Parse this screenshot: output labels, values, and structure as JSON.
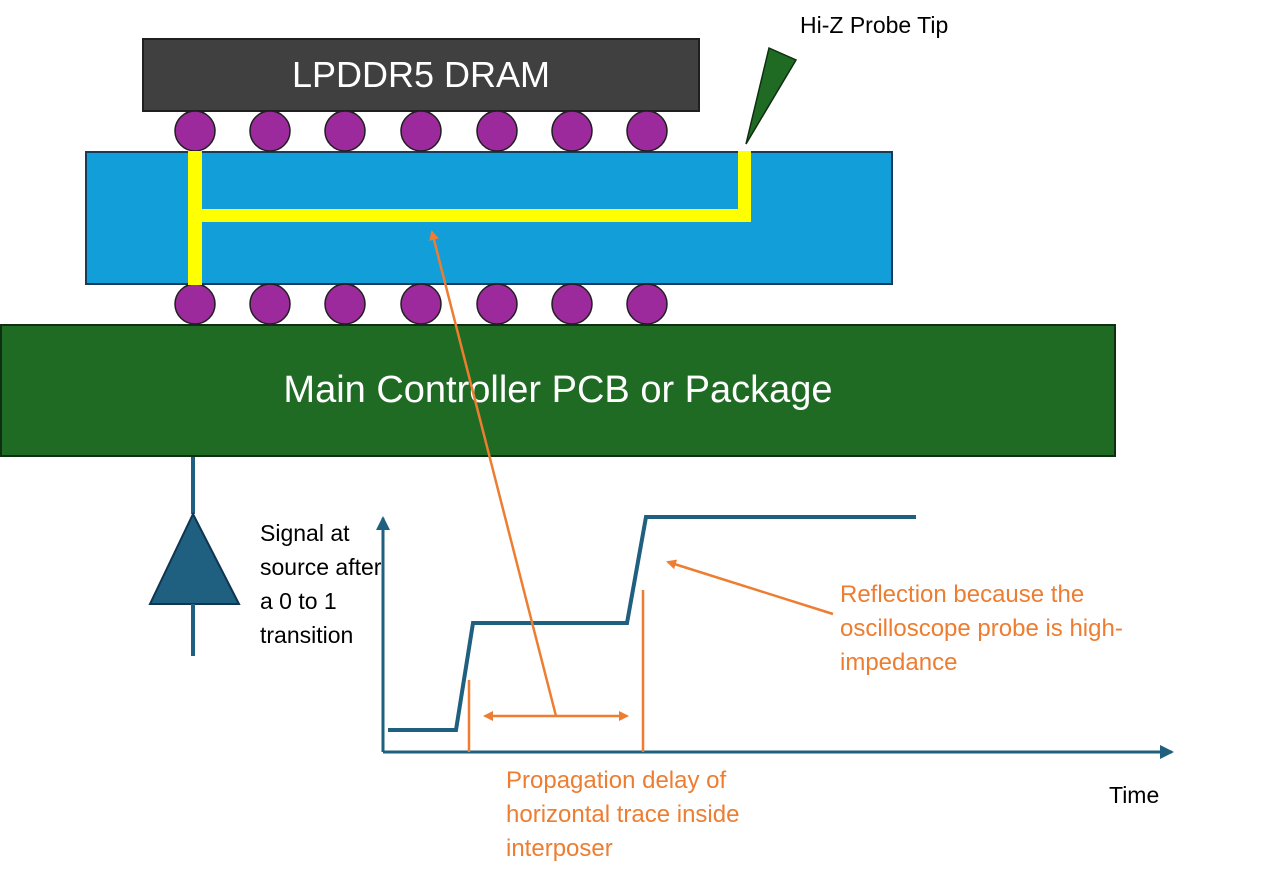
{
  "dram": {
    "label": "LPDDR5 DRAM"
  },
  "pcb": {
    "label": "Main Controller PCB or Package"
  },
  "probe": {
    "label": "Hi-Z Probe Tip"
  },
  "signal": {
    "label": "Signal at source after a 0 to 1 transition"
  },
  "axis": {
    "time_label": "Time"
  },
  "annotations": {
    "delay": "Propagation delay of horizontal trace inside interposer",
    "reflection": "Reflection because the oscilloscope probe is high-impedance"
  },
  "colors": {
    "dram": "#404040",
    "interposer": "#129ed8",
    "pcb": "#1f6b24",
    "solder_ball": "#9c2a9c",
    "trace": "#ffff00",
    "probe": "#1f6b24",
    "waveform": "#1f5f7f",
    "annotation": "#ed7d31"
  }
}
